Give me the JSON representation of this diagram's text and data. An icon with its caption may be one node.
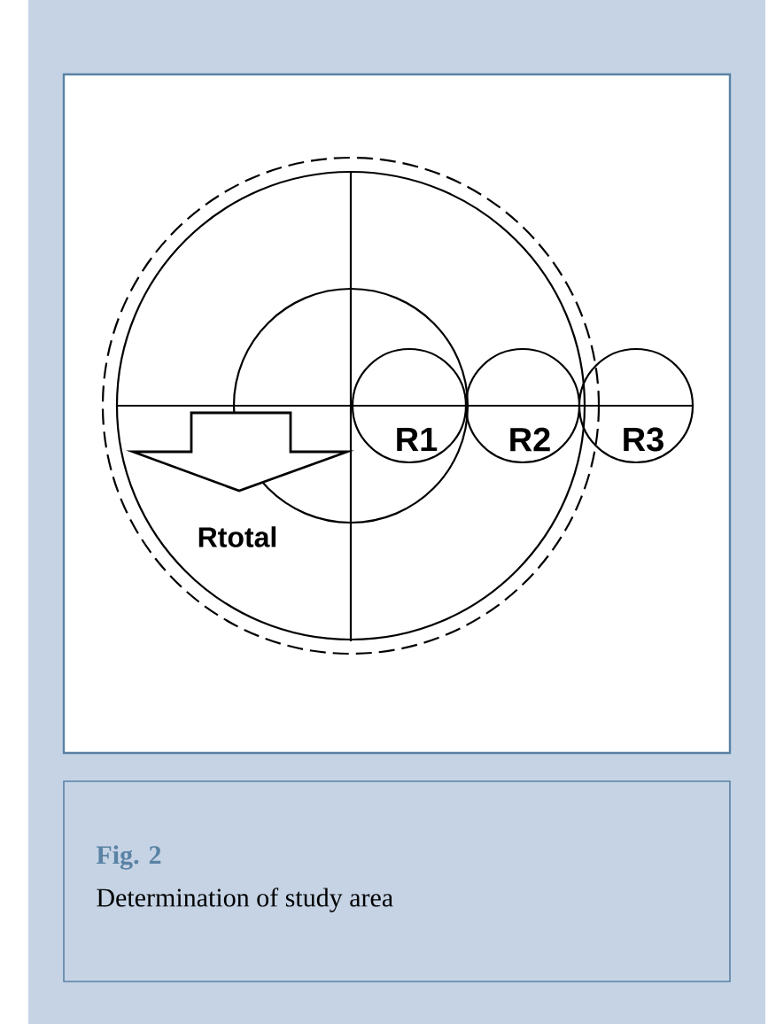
{
  "diagram": {
    "title": "Fig. 2",
    "caption": "Determination of study area",
    "nodes": [
      {
        "text": [
          "R1"
        ]
      },
      {
        "text": [
          "R2"
        ]
      },
      {
        "text": [
          "R3"
        ]
      }
    ],
    "labels": [
      "Rtotal"
    ]
  }
}
